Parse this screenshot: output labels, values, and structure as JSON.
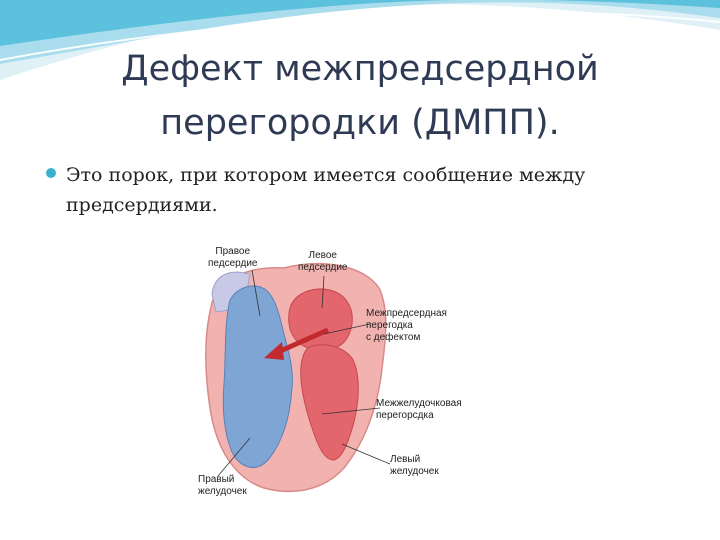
{
  "slide": {
    "title_line1": "Дефект межпредсердной",
    "title_line2": "перегородки (ДМПП).",
    "bullet": "Это порок, при котором имеется сообщение между предсердиями."
  },
  "figure": {
    "labels": {
      "right_atrium_l1": "Правое",
      "right_atrium_l2": "педсердие",
      "left_atrium_l1": "Левое",
      "left_atrium_l2": "педсердие",
      "septum_defect_l1": "Межпредсердная",
      "septum_defect_l2": "перегодка",
      "septum_defect_l3": "с дефектом",
      "ventricular_septum_l1": "Межжелудочковая",
      "ventricular_septum_l2": "перегорсдка",
      "left_ventricle_l1": "Левый",
      "left_ventricle_l2": "желудочек",
      "right_ventricle_l1": "Правый",
      "right_ventricle_l2": "желудочек"
    },
    "colors": {
      "oxygenated": "#e2666c",
      "deoxygenated": "#7fa5d4",
      "muscle": "#f2b3b0",
      "wave_accent": "#3ab0cf"
    }
  }
}
